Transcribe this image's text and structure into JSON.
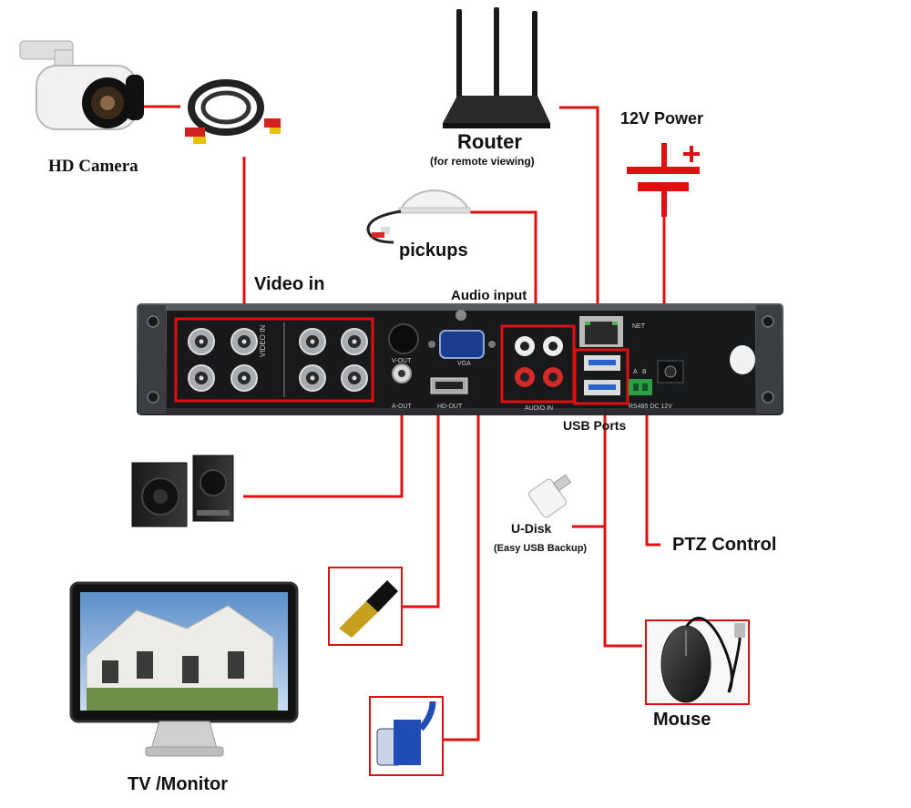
{
  "labels": {
    "hd_camera": "HD Camera",
    "router": "Router",
    "router_sub": "(for remote viewing)",
    "power": "12V Power",
    "pickups": "pickups",
    "video_in": "Video in",
    "audio_input": "Audio input",
    "usb_ports": "USB Ports",
    "u_disk": "U-Disk",
    "u_disk_sub": "(Easy USB Backup)",
    "ptz": "PTZ Control",
    "mouse": "Mouse",
    "tv_monitor": "TV /Monitor"
  },
  "panel": {
    "video_in_text": "VIDEO IN",
    "v_out": "V-OUT",
    "a_out": "A-OUT",
    "vga": "VGA",
    "hd_out": "HD-OUT",
    "audio_in": "AUDIO IN",
    "net": "NET",
    "rs485": "RS485 DC 12V",
    "a": "A",
    "b": "B"
  },
  "colors": {
    "connector_line": "#e01010",
    "panel_body": "#1d1f22"
  }
}
